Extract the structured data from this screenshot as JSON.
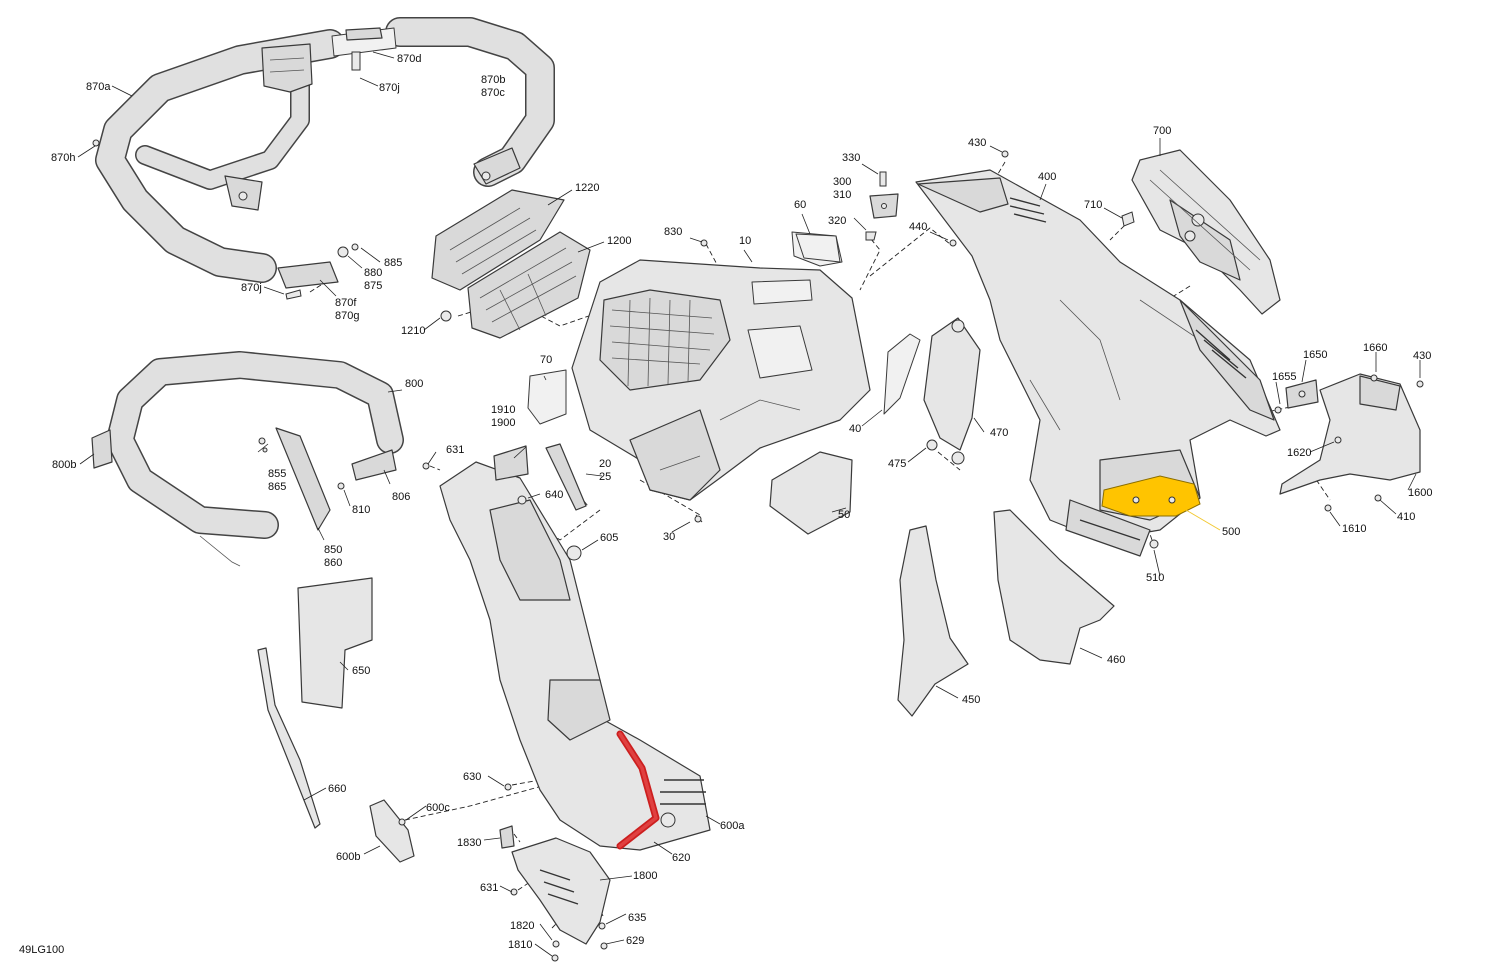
{
  "drawing_id": "49LG100",
  "highlight": {
    "red": "#cc1f1f",
    "red_core": "#e04040",
    "yellow": "#ffc400",
    "yellow_leader": "#f2c830"
  },
  "callouts": {
    "p870a": "870a",
    "p870d": "870d",
    "p870j_top": "870j",
    "p870b": "870b",
    "p870c": "870c",
    "p870h": "870h",
    "p885": "885",
    "p880": "880",
    "p875": "875",
    "p870j_bot": "870j",
    "p870f": "870f",
    "p870g": "870g",
    "p1220": "1220",
    "p1200": "1200",
    "p1210": "1210",
    "p830": "830",
    "p10": "10",
    "p60": "60",
    "p330": "330",
    "p300": "300",
    "p310": "310",
    "p320": "320",
    "p430_top": "430",
    "p400": "400",
    "p440": "440",
    "p700": "700",
    "p710": "710",
    "p800": "800",
    "p800b": "800b",
    "p855": "855",
    "p865": "865",
    "p806": "806",
    "p810": "810",
    "p850": "850",
    "p860": "860",
    "p631_top": "631",
    "p1910": "1910",
    "p1900": "1900",
    "p70": "70",
    "p20": "20",
    "p25": "25",
    "p640": "640",
    "p605": "605",
    "p30": "30",
    "p40": "40",
    "p470": "470",
    "p475": "475",
    "p50": "50",
    "p1650": "1650",
    "p1660": "1660",
    "p430_right": "430",
    "p1655": "1655",
    "p1620": "1620",
    "p1600": "1600",
    "p410": "410",
    "p1610": "1610",
    "p500": "500",
    "p510": "510",
    "p650": "650",
    "p660": "660",
    "p460": "460",
    "p450": "450",
    "p630": "630",
    "p600c": "600c",
    "p600a": "600a",
    "p600b": "600b",
    "p1830": "1830",
    "p620": "620",
    "p1800": "1800",
    "p631_bot": "631",
    "p635": "635",
    "p1820": "1820",
    "p629": "629",
    "p1810": "1810"
  }
}
